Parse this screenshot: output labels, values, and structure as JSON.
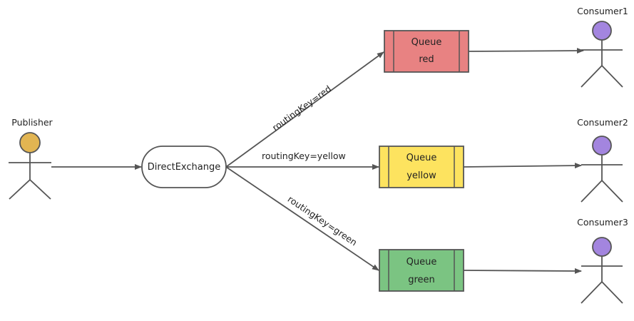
{
  "publisher": {
    "label": "Publisher",
    "head_color": "#e2b552"
  },
  "exchange": {
    "label": "DirectExchange"
  },
  "edges": {
    "red": "routingKey=red",
    "yellow": "routingKey=yellow",
    "green": "routingKey=green"
  },
  "queues": [
    {
      "title": "Queue",
      "name": "red",
      "fill": "#e88282"
    },
    {
      "title": "Queue",
      "name": "yellow",
      "fill": "#fde35f"
    },
    {
      "title": "Queue",
      "name": "green",
      "fill": "#7bc482"
    }
  ],
  "consumers": [
    {
      "label": "Consumer1",
      "head_color": "#a385df"
    },
    {
      "label": "Consumer2",
      "head_color": "#a385df"
    },
    {
      "label": "Consumer3",
      "head_color": "#a385df"
    }
  ]
}
